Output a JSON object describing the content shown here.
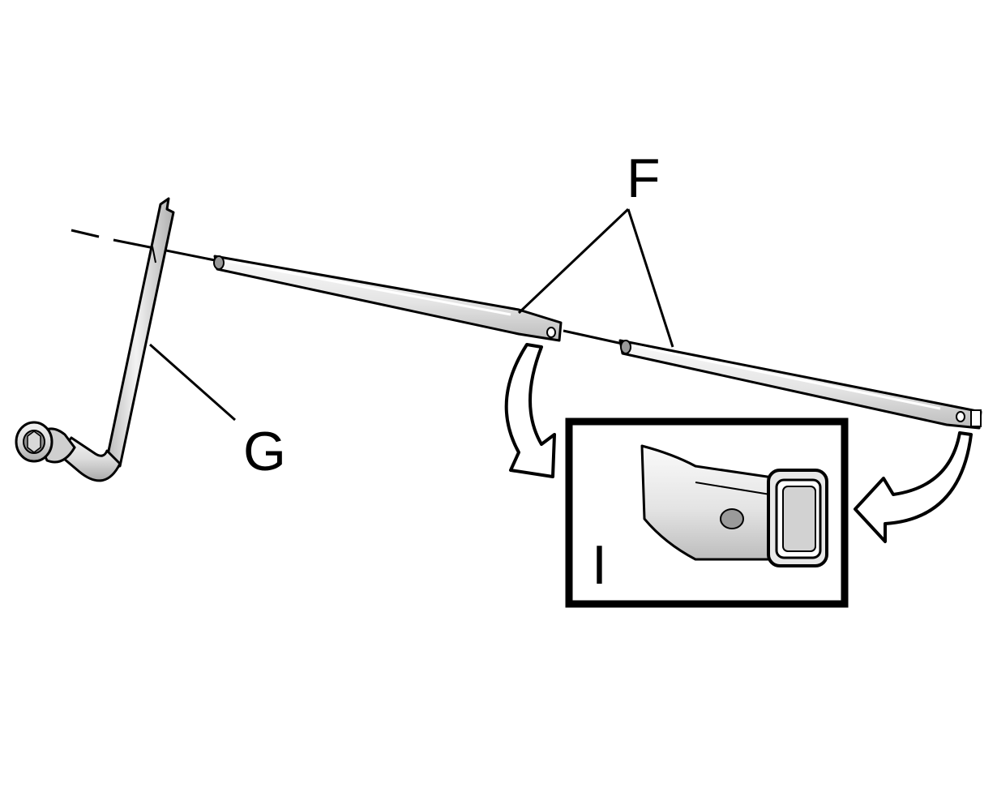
{
  "diagram": {
    "labels": {
      "f": "F",
      "g": "G",
      "i": "I"
    },
    "colors": {
      "ink": "#000000",
      "metal_light": "#f2f2f2",
      "metal_mid": "#cfcfcf",
      "metal_dark": "#a9a9a9",
      "background": "#ffffff"
    }
  }
}
